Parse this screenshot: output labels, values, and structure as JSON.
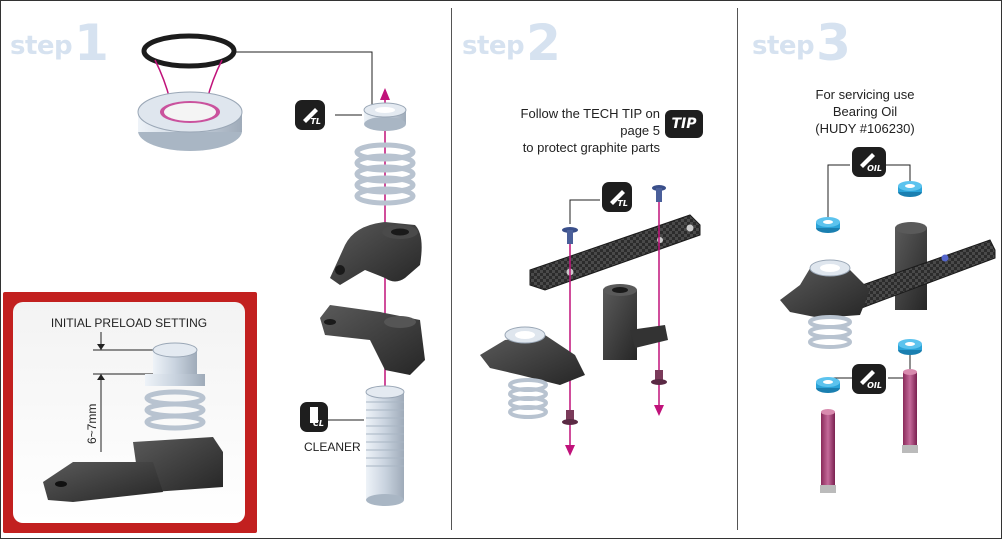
{
  "steps": [
    {
      "word": "step",
      "number": "1"
    },
    {
      "word": "step",
      "number": "2"
    },
    {
      "word": "step",
      "number": "3"
    }
  ],
  "step1": {
    "badge_tl": "TL",
    "badge_cl": "CL",
    "cleaner_label": "CLEANER",
    "preload": {
      "title": "INITIAL PRELOAD SETTING",
      "dimension": "6~7mm"
    }
  },
  "step2": {
    "tech_tip_line1": "Follow the TECH TIP on page 5",
    "tech_tip_line2": "to protect graphite parts",
    "tip_badge": "TIP",
    "badge_tl": "TL"
  },
  "step3": {
    "note_line1": "For servicing use",
    "note_line2": "Bearing Oil",
    "note_line3": "(HUDY #106230)",
    "badge_oil_top": "OIL",
    "badge_oil_bottom": "OIL"
  },
  "colors": {
    "step_label": "#d6e2f0",
    "frame_red": "#c2201f",
    "assembly_line": "#c0127a",
    "part_dark": "#3a3a3a",
    "part_light": "#cfd8e3",
    "bearing_blue": "#2aa3d8"
  }
}
